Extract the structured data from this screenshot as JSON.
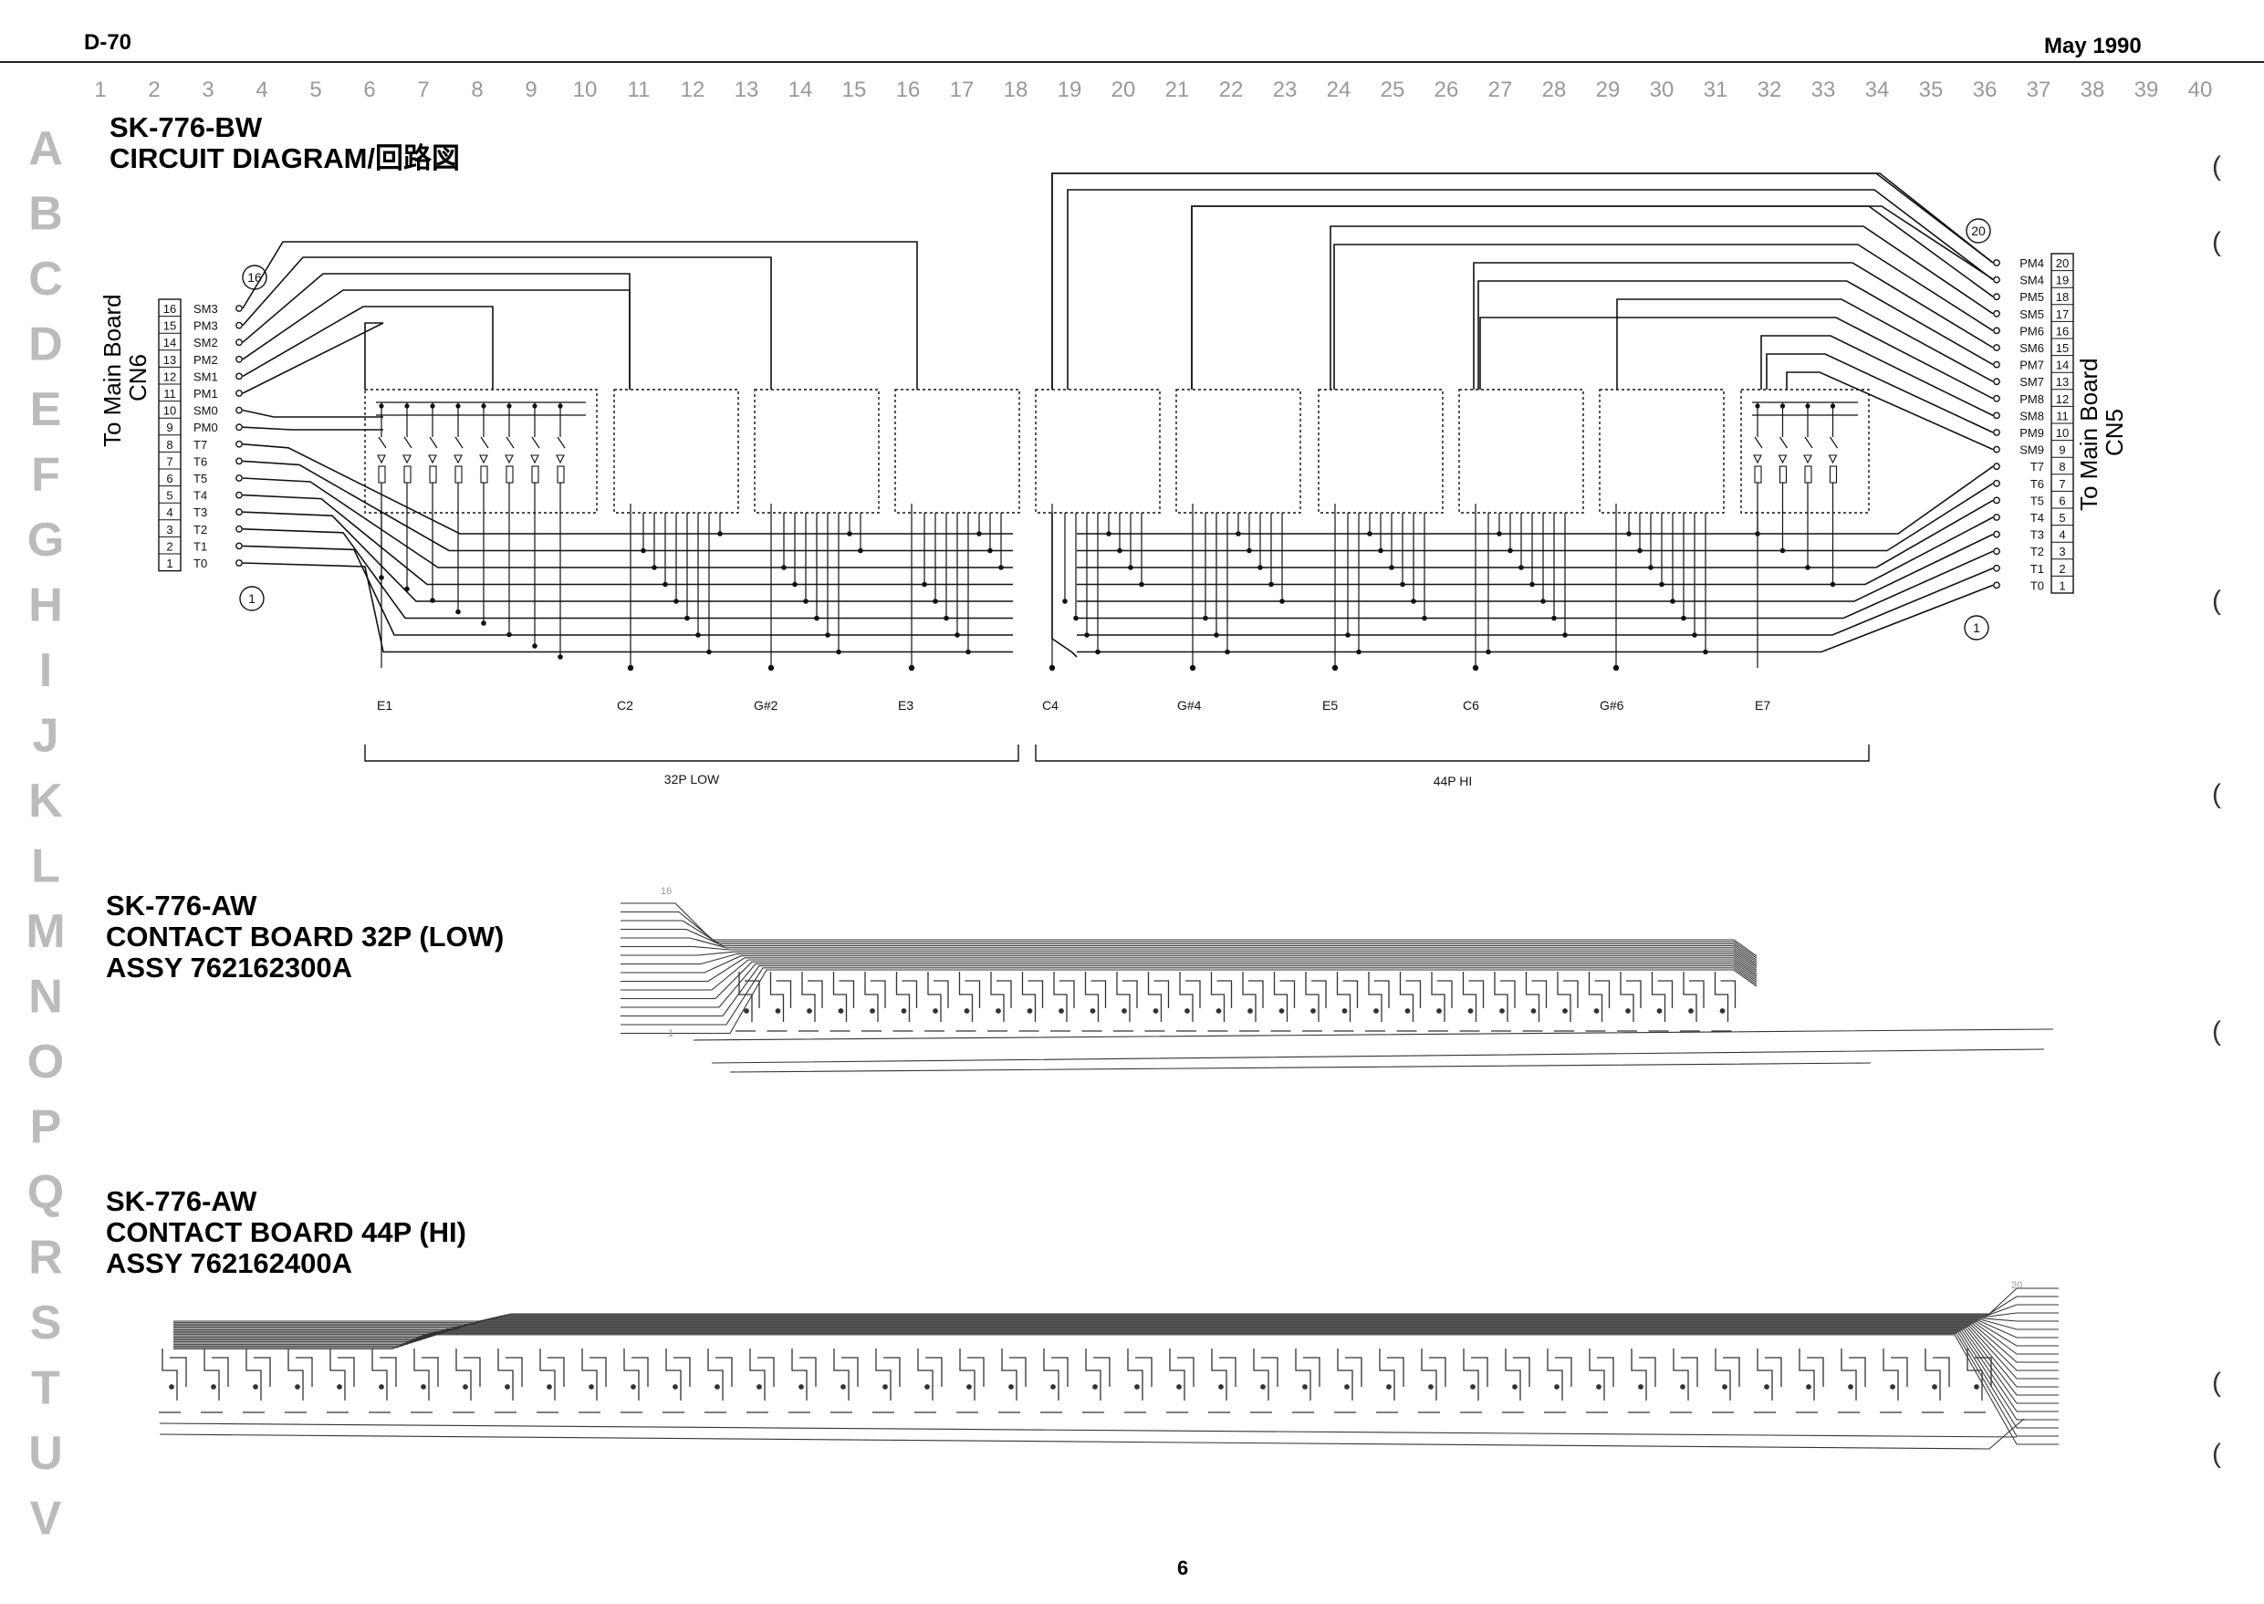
{
  "header": {
    "doc_code": "D-70",
    "date": "May 1990",
    "page_number": "6"
  },
  "grid_columns": [
    "1",
    "2",
    "3",
    "4",
    "5",
    "6",
    "7",
    "8",
    "9",
    "10",
    "11",
    "12",
    "13",
    "14",
    "15",
    "16",
    "17",
    "18",
    "19",
    "20",
    "21",
    "22",
    "23",
    "24",
    "25",
    "26",
    "27",
    "28",
    "29",
    "30",
    "31",
    "32",
    "33",
    "34",
    "35",
    "36",
    "37",
    "38",
    "39",
    "40"
  ],
  "grid_rows": [
    "A",
    "B",
    "C",
    "D",
    "E",
    "F",
    "G",
    "H",
    "I",
    "J",
    "K",
    "L",
    "M",
    "N",
    "O",
    "P",
    "Q",
    "R",
    "S",
    "T",
    "U",
    "V"
  ],
  "circuit": {
    "model": "SK-776-BW",
    "subtitle": "CIRCUIT DIAGRAM/回路図",
    "left_connector": {
      "caption": "To Main Board",
      "name": "CN6",
      "pin_top": "16",
      "pin_bottom": "1",
      "pins": [
        {
          "num": "16",
          "sig": "SM3"
        },
        {
          "num": "15",
          "sig": "PM3"
        },
        {
          "num": "14",
          "sig": "SM2"
        },
        {
          "num": "13",
          "sig": "PM2"
        },
        {
          "num": "12",
          "sig": "SM1"
        },
        {
          "num": "11",
          "sig": "PM1"
        },
        {
          "num": "10",
          "sig": "SM0"
        },
        {
          "num": "9",
          "sig": "PM0"
        },
        {
          "num": "8",
          "sig": "T7"
        },
        {
          "num": "7",
          "sig": "T6"
        },
        {
          "num": "6",
          "sig": "T5"
        },
        {
          "num": "5",
          "sig": "T4"
        },
        {
          "num": "4",
          "sig": "T3"
        },
        {
          "num": "3",
          "sig": "T2"
        },
        {
          "num": "2",
          "sig": "T1"
        },
        {
          "num": "1",
          "sig": "T0"
        }
      ]
    },
    "right_connector": {
      "caption": "To Main Board",
      "name": "CN5",
      "pin_top": "20",
      "pin_bottom": "1",
      "pins": [
        {
          "num": "20",
          "sig": "PM4"
        },
        {
          "num": "19",
          "sig": "SM4"
        },
        {
          "num": "18",
          "sig": "PM5"
        },
        {
          "num": "17",
          "sig": "SM5"
        },
        {
          "num": "16",
          "sig": "PM6"
        },
        {
          "num": "15",
          "sig": "SM6"
        },
        {
          "num": "14",
          "sig": "PM7"
        },
        {
          "num": "13",
          "sig": "SM7"
        },
        {
          "num": "12",
          "sig": "PM8"
        },
        {
          "num": "11",
          "sig": "SM8"
        },
        {
          "num": "10",
          "sig": "PM9"
        },
        {
          "num": "9",
          "sig": "SM9"
        },
        {
          "num": "8",
          "sig": "T7"
        },
        {
          "num": "7",
          "sig": "T6"
        },
        {
          "num": "6",
          "sig": "T5"
        },
        {
          "num": "5",
          "sig": "T4"
        },
        {
          "num": "4",
          "sig": "T3"
        },
        {
          "num": "3",
          "sig": "T2"
        },
        {
          "num": "2",
          "sig": "T1"
        },
        {
          "num": "1",
          "sig": "T0"
        }
      ]
    },
    "key_groups": [
      "E1",
      "C2",
      "G#2",
      "E3",
      "C4",
      "G#4",
      "E5",
      "C6",
      "G#6",
      "E7"
    ],
    "sections": [
      {
        "label": "32P LOW"
      },
      {
        "label": "44P HI"
      }
    ]
  },
  "board_low": {
    "model": "SK-776-AW",
    "title": "CONTACT BOARD 32P (LOW)",
    "assy": "ASSY 762162300A",
    "pin_top": "16",
    "pin_bottom": "1"
  },
  "board_hi": {
    "model": "SK-776-AW",
    "title": "CONTACT BOARD 44P (HI)",
    "assy": "ASSY 762162400A",
    "pin_top": "20"
  },
  "margin_marks": [
    "(",
    "(",
    "(",
    "(",
    "(",
    "(",
    "("
  ]
}
